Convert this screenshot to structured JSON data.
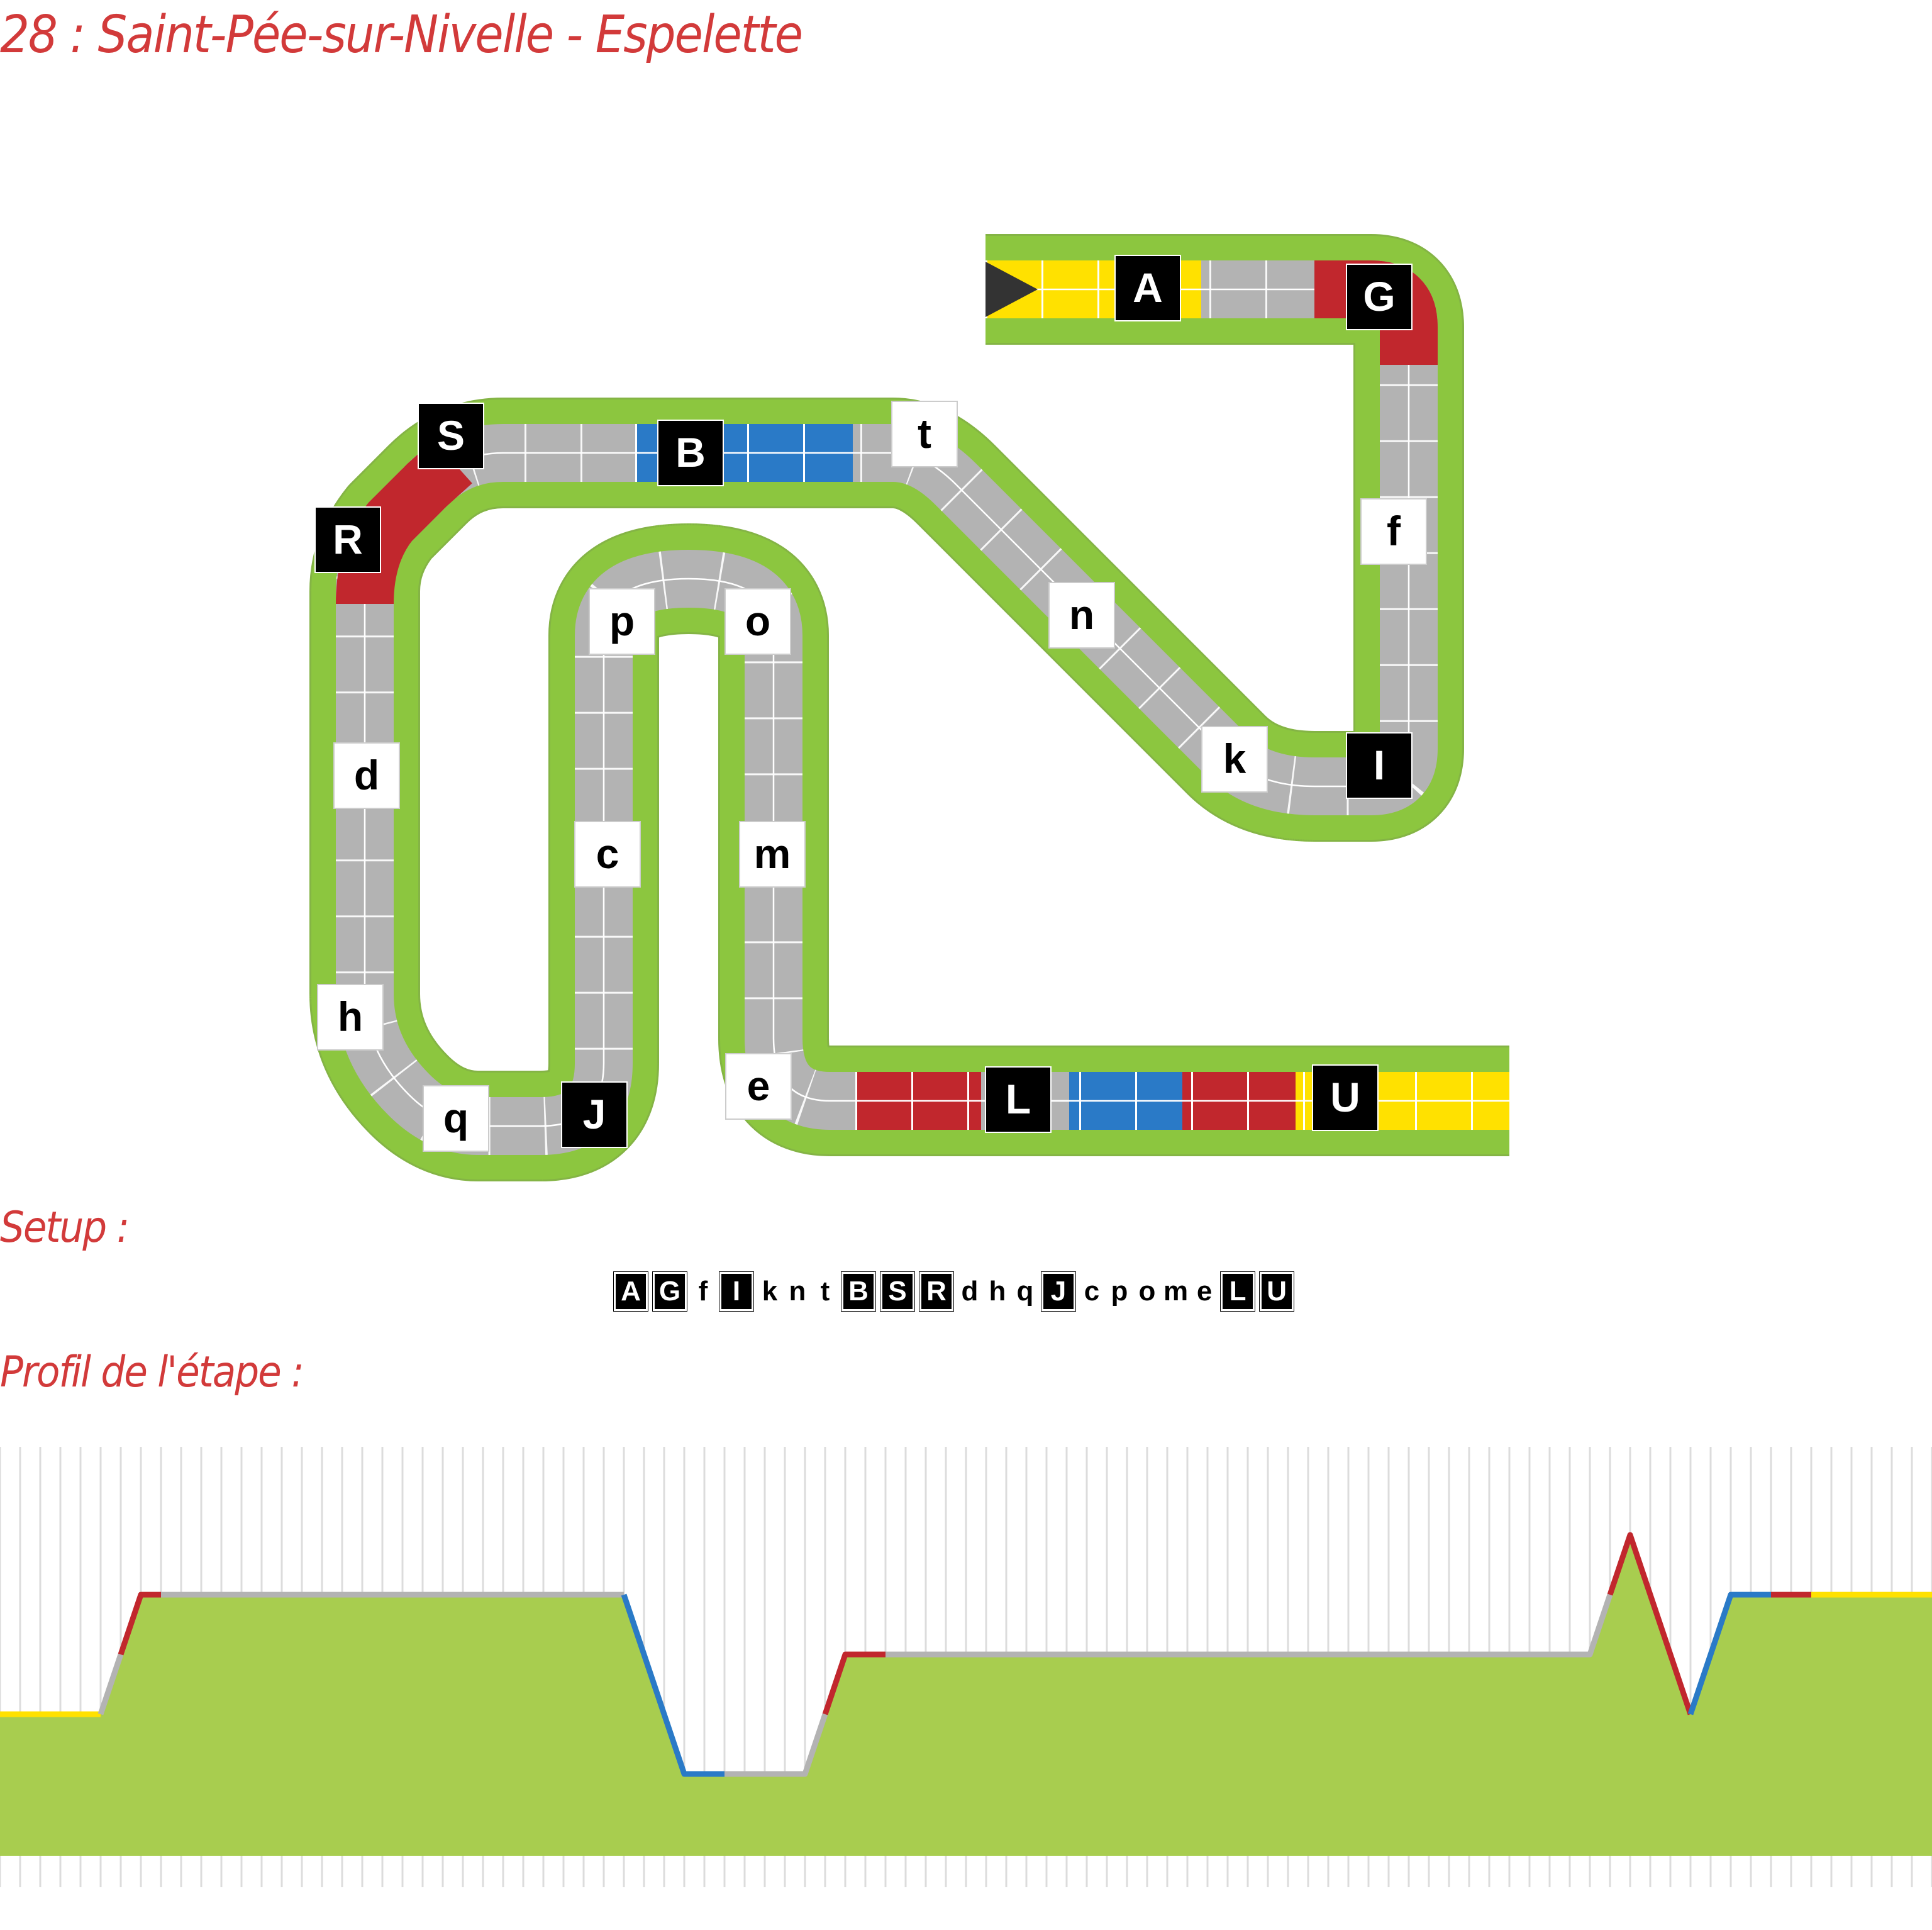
{
  "title": "28 : Saint-Pée-sur-Nivelle - Espelette",
  "setup_label": "Setup :",
  "profile_label": "Profil de l'étape :",
  "map": {
    "tile_labels": [
      "A",
      "G",
      "f",
      "I",
      "k",
      "n",
      "t",
      "B",
      "S",
      "R",
      "d",
      "h",
      "q",
      "J",
      "c",
      "p",
      "o",
      "m",
      "e",
      "L",
      "U"
    ],
    "dark_labels": [
      "A",
      "G",
      "I",
      "B",
      "S",
      "R",
      "J",
      "L",
      "U"
    ],
    "colors": {
      "grass": "#8cc63f",
      "road": "#b3b3b3",
      "red": "#c1272d",
      "blue": "#2a7ac7",
      "yellow": "#ffe100",
      "start": "#333333"
    }
  },
  "setup_sequence": [
    {
      "label": "A",
      "dark": true
    },
    {
      "label": "G",
      "dark": true
    },
    {
      "label": "f",
      "dark": false
    },
    {
      "label": "I",
      "dark": true
    },
    {
      "label": "k",
      "dark": false
    },
    {
      "label": "n",
      "dark": false
    },
    {
      "label": "t",
      "dark": false
    },
    {
      "label": "B",
      "dark": true
    },
    {
      "label": "S",
      "dark": true
    },
    {
      "label": "R",
      "dark": true
    },
    {
      "label": "d",
      "dark": false
    },
    {
      "label": "h",
      "dark": false
    },
    {
      "label": "q",
      "dark": false
    },
    {
      "label": "J",
      "dark": true
    },
    {
      "label": "c",
      "dark": false
    },
    {
      "label": "p",
      "dark": false
    },
    {
      "label": "o",
      "dark": false
    },
    {
      "label": "m",
      "dark": false
    },
    {
      "label": "e",
      "dark": false
    },
    {
      "label": "L",
      "dark": true
    },
    {
      "label": "U",
      "dark": true
    }
  ],
  "chart_data": {
    "type": "area",
    "columns": 96,
    "elevation": [
      3,
      3,
      3,
      3,
      3,
      3,
      4,
      5,
      5,
      5,
      5,
      5,
      5,
      5,
      5,
      5,
      5,
      5,
      5,
      5,
      5,
      5,
      5,
      5,
      5,
      5,
      5,
      5,
      5,
      5,
      5,
      5,
      4,
      3,
      2,
      2,
      2,
      2,
      2,
      2,
      2,
      3,
      4,
      4,
      4,
      4,
      4,
      4,
      4,
      4,
      4,
      4,
      4,
      4,
      4,
      4,
      4,
      4,
      4,
      4,
      4,
      4,
      4,
      4,
      4,
      4,
      4,
      4,
      4,
      4,
      4,
      4,
      4,
      4,
      4,
      4,
      4,
      4,
      4,
      4,
      5,
      6,
      5,
      4,
      3,
      4,
      5,
      5,
      5,
      5,
      5,
      5,
      5,
      5,
      5,
      5,
      5
    ],
    "segments": [
      {
        "from": 0,
        "to": 5,
        "type": "yellow"
      },
      {
        "from": 5,
        "to": 6,
        "type": "road"
      },
      {
        "from": 6,
        "to": 8,
        "type": "red"
      },
      {
        "from": 8,
        "to": 31,
        "type": "road"
      },
      {
        "from": 31,
        "to": 36,
        "type": "blue"
      },
      {
        "from": 36,
        "to": 41,
        "type": "road"
      },
      {
        "from": 41,
        "to": 44,
        "type": "red"
      },
      {
        "from": 44,
        "to": 80,
        "type": "road"
      },
      {
        "from": 80,
        "to": 84,
        "type": "red"
      },
      {
        "from": 84,
        "to": 88,
        "type": "blue"
      },
      {
        "from": 88,
        "to": 90,
        "type": "red"
      },
      {
        "from": 90,
        "to": 96,
        "type": "yellow"
      }
    ],
    "colors": {
      "area": "#a8cd4f",
      "road": "#b3b3b3",
      "red": "#c1272d",
      "blue": "#2a7ac7",
      "yellow": "#ffe100",
      "grid": "#dcdcdc"
    }
  }
}
